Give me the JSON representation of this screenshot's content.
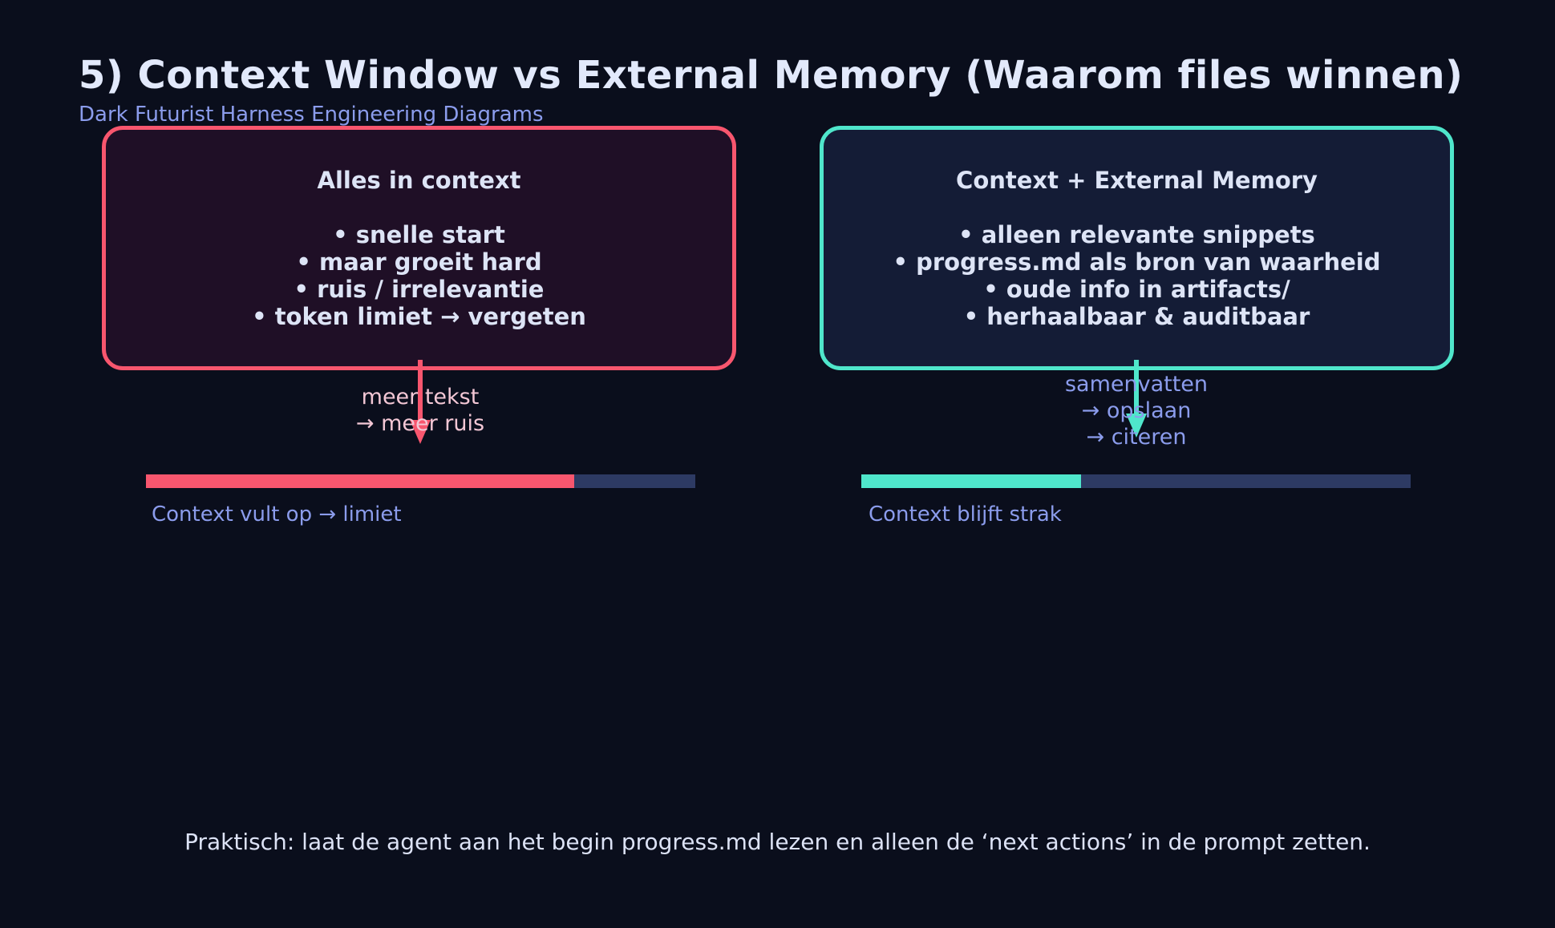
{
  "slide": {
    "title": "5) Context Window vs External Memory (Waarom files winnen)",
    "subtitle": "Dark Futurist Harness Engineering Diagrams",
    "footer": "Praktisch: laat de agent aan het begin progress.md lezen en alleen de ‘next actions’ in de prompt zetten."
  },
  "colors": {
    "background": "#0a0e1c",
    "title_text": "#e2e9fb",
    "periwinkle_text": "#8b9cec",
    "box_text": "#dde4f6",
    "pink_accent": "#f8566e",
    "pink_label_text": "#f3c7d5",
    "cyan_accent": "#4fe6cb",
    "left_box_bg": "#1f0f26",
    "right_box_bg": "#141c36",
    "bar_track": "#2d3a63"
  },
  "panels": [
    {
      "title": "Alles in context",
      "bullets": [
        "• snelle start",
        "• maar groeit hard",
        "• ruis / irrelevantie",
        "• token limiet → vergeten"
      ],
      "arrow_label_lines": [
        "meer tekst",
        "→ meer ruis"
      ],
      "bar": {
        "label": "Context vult op → limiet",
        "fill_pct": 78
      }
    },
    {
      "title": "Context + External Memory",
      "bullets": [
        "• alleen relevante snippets",
        "• progress.md als bron van waarheid",
        "• oude info in artifacts/",
        "• herhaalbaar & auditbaar"
      ],
      "arrow_label_lines": [
        "samenvatten",
        "→ opslaan",
        "→ citeren"
      ],
      "bar": {
        "label": "Context blijft strak",
        "fill_pct": 40
      }
    }
  ]
}
